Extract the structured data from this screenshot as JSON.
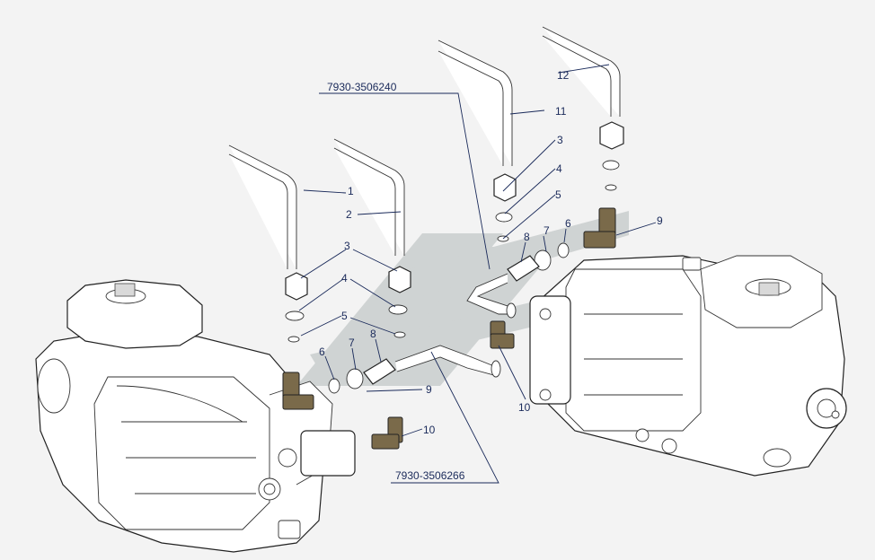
{
  "diagram": {
    "assembly_labels": [
      {
        "id": "asm-top",
        "text": "7930-3506240"
      },
      {
        "id": "asm-bottom",
        "text": "7930-3506266"
      }
    ],
    "callouts": [
      {
        "n": "1"
      },
      {
        "n": "2"
      },
      {
        "n": "3"
      },
      {
        "n": "3"
      },
      {
        "n": "4"
      },
      {
        "n": "4"
      },
      {
        "n": "5"
      },
      {
        "n": "5"
      },
      {
        "n": "6"
      },
      {
        "n": "6"
      },
      {
        "n": "7"
      },
      {
        "n": "7"
      },
      {
        "n": "8"
      },
      {
        "n": "8"
      },
      {
        "n": "9"
      },
      {
        "n": "9"
      },
      {
        "n": "10"
      },
      {
        "n": "10"
      },
      {
        "n": "11"
      },
      {
        "n": "12"
      }
    ],
    "colors": {
      "ink": "#1a2a5a",
      "watermark": "#cfd3d3",
      "background": "#f3f3f3"
    }
  }
}
